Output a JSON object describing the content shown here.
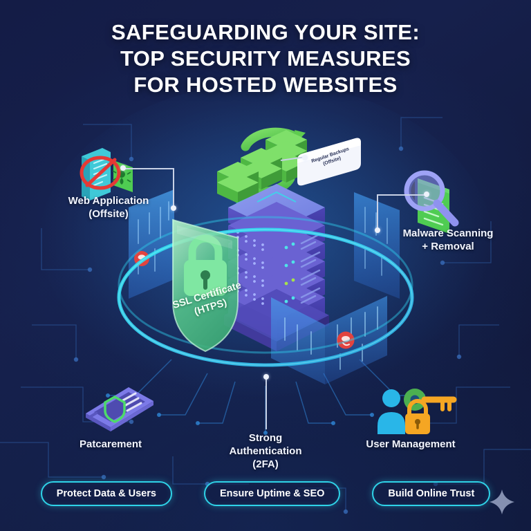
{
  "title": {
    "line1": "SAFEGUARDING YOUR SITE:",
    "line2": "TOP SECURITY MEASURES",
    "line3": "FOR HOSTED WEBSITES"
  },
  "colors": {
    "background_navy": "#131b42",
    "accent_cyan": "#2fd3e8",
    "shield_green": "#5fd88a",
    "server_purple": "#5b4fc4",
    "backup_green": "#62c martial"
  },
  "callouts": [
    {
      "id": "web-application",
      "line1": "Web Application",
      "line2": "(Offsite)",
      "icon": "blocked-web-document-icon"
    },
    {
      "id": "malware-scanning",
      "line1": "Malware Scanning",
      "line2": "+ Removal",
      "icon": "magnifier-document-icon"
    },
    {
      "id": "patch-management",
      "line1": "Patcarement",
      "line2": "",
      "icon": "mobile-shield-icon"
    },
    {
      "id": "strong-authentication",
      "line1": "Strong",
      "line2": "Authentication",
      "line3": "(2FA)",
      "icon": "two-factor-icon"
    },
    {
      "id": "user-management",
      "line1": "User Management",
      "line2": "",
      "icon": "user-key-lock-icon"
    }
  ],
  "backup_tag": {
    "line1": "Regular Backups",
    "line2": "(Offsite)"
  },
  "ssl_shield": {
    "line1": "SSL Certificate",
    "line2": "(HTPS)"
  },
  "pills": [
    {
      "label": "Protect Data & Users"
    },
    {
      "label": "Ensure Uptime & SEO"
    },
    {
      "label": "Build Online Trust"
    }
  ],
  "decor": {
    "sparkle": "four-point-star-icon"
  }
}
